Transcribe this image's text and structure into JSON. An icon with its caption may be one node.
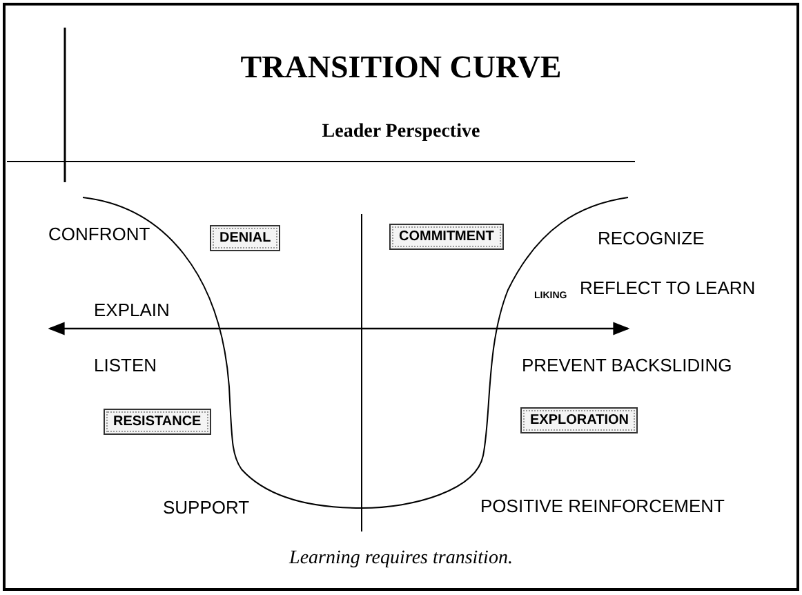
{
  "diagram": {
    "title": "TRANSITION CURVE",
    "caption": "Learning requires transition.",
    "nodes": [
      {
        "text": [
          "DENIAL"
        ]
      },
      {
        "text": [
          "COMMITMENT"
        ]
      },
      {
        "text": [
          "RESISTANCE"
        ]
      },
      {
        "text": [
          "EXPLORATION"
        ]
      }
    ],
    "labels": [
      "Leader Perspective",
      "CONFRONT",
      "RECOGNIZE",
      "LIKING",
      "REFLECT TO LEARN",
      "EXPLAIN",
      "LISTEN",
      "PREVENT BACKSLIDING",
      "SUPPORT",
      "POSITIVE REINFORCEMENT"
    ]
  }
}
